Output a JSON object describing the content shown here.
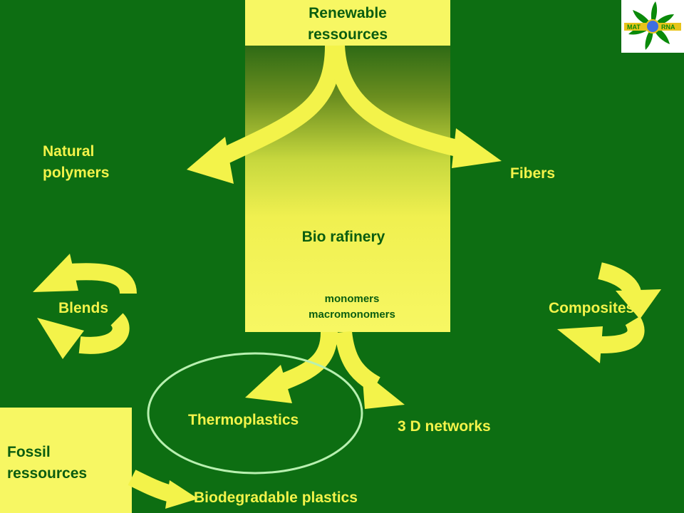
{
  "logo": {
    "text_left": "MAT",
    "text_right": "RNA",
    "leaf_color": "#0a8a0a",
    "accent_color": "#e8c41a",
    "center_color": "#3f6fe0"
  },
  "nodes": {
    "renewable": "Renewable ressources",
    "natural_polymers": "Natural polymers",
    "fibers": "Fibers",
    "bio_refinery": "Bio rafinery",
    "monomers": "monomers",
    "macromonomers": "macromonomers",
    "blends": "Blends",
    "composites": "Composites",
    "thermoplastics": "Thermoplastics",
    "networks": "3 D networks",
    "fossil": "Fossil ressources",
    "biodegradable": "Biodegradable plastics"
  },
  "colors": {
    "background": "#0d6e12",
    "arrow": "#f3f34a",
    "box": "#f7f763",
    "dark_text": "#0a5d10",
    "ellipse": "#b8f0b0"
  }
}
